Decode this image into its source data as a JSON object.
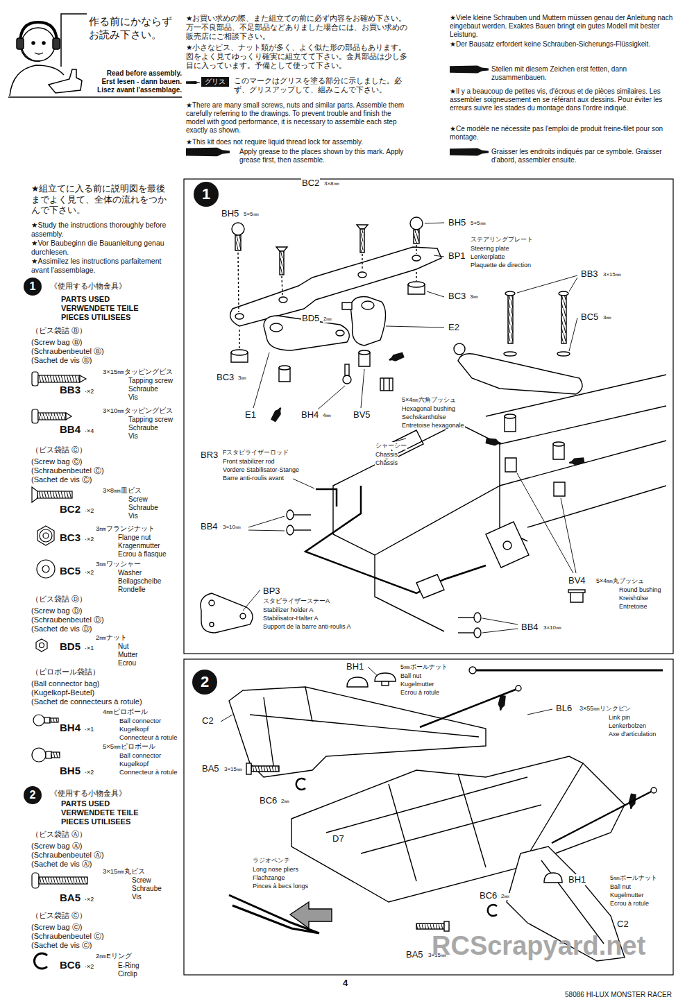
{
  "diagram": {
    "nodes": [
      {
        "text": [
          "グリス"
        ]
      },
      {
        "text": [
          "1"
        ]
      },
      {
        "text": [
          "1"
        ]
      },
      {
        "text": [
          "2"
        ]
      },
      {
        "text": [
          "2"
        ]
      }
    ],
    "labels": [
      "作る前にかならず お読み下さい。",
      "Read before assembly.",
      "Erst lesen - dann bauen.",
      "Lisez avant l'assemblage.",
      "★お買い求めの際、また組立ての前に必ず内容をお確め下さい。万一不良部品、不足部品などありました場合には、お買い求めの販売店にご相談下さい。",
      "★小さなビス、ナット類が多く、よく似た形の部品もあります。図をよく見てゆっくり確実に組立てて下さい。金具部品は少し多目に入っています。予備として使って下さい。",
      "このマークはグリスを塗る部分に示しました。必ず、グリスアップして、組みこんで下さい。",
      "★There are many small screws, nuts and similar parts. Assemble them carefully referring to the drawings. To prevent trouble and finish the model with good performance, it is necessary to assemble each step exactly as shown.",
      "★This kit does not require liquid thread lock for assembly.",
      "Apply grease to the places shown by this mark. Apply grease first, then assemble.",
      "★Viele kleine Schrauben und Muttern müssen genau der Anleitung nach eingebaut werden. Exaktes Bauen bringt ein gutes Modell mit bester Leistung.",
      "★Der Bausatz erfordert keine Schrauben-Sicherungs-Flüssigkeit.",
      "Stellen mit diesem Zeichen erst fetten, dann zusammenbauen.",
      "★Il y a beaucoup de petites vis, d'écrous et de pièces similaires. Les assembler soigneusement en se référant aux dessins. Pour éviter les erreurs suivre les stades du montage dans l'ordre indiqué.",
      "★Ce modèle ne nécessite pas l'emploi de produit freine-filet pour son montage.",
      "Graisser les endroits indiqués par ce symbole. Graisser d'abord, assembler ensuite.",
      "★組立てに入る前に説明図を最後までよく見て、全体の流れをつかんで下さい。",
      "★Study the instructions thoroughly before assembly.",
      "★Vor Baubeginn die Bauanleitung genau durchlesen.",
      "★Assimilez les instructions parfaitement avant l'assemblage.",
      "《使用する小物金具》",
      "PARTS USED",
      "VERWENDETE TEILE",
      "PIECES UTILISEES",
      "（ビス袋詰 Ⓑ）",
      "(Screw bag Ⓑ)",
      "(Schraubenbeutel Ⓑ)",
      "(Sachet de vis Ⓑ)",
      "3×15㎜タッピングビス",
      "Tapping screw",
      "Schraube",
      "Vis",
      "BB3",
      "·×2",
      "3×10㎜タッピングビス",
      "Tapping screw",
      "Schraube",
      "Vis",
      "BB4",
      "·×4",
      "（ビス袋詰 Ⓒ）",
      "(Screw bag Ⓒ)",
      "(Schraubenbeutel Ⓒ)",
      "(Sachet de vis Ⓒ)",
      "3×8㎜皿ビス",
      "Screw",
      "Schraube",
      "Vis",
      "BC2",
      "·×2",
      "3㎜フランジナット",
      "Flange nut",
      "Kragenmutter",
      "Ecrou à flasque",
      "BC3",
      "·×2",
      "3㎜ワッシャー",
      "Washer",
      "Beilagscheibe",
      "Rondelle",
      "BC5",
      "·×2",
      "（ビス袋詰 Ⓓ）",
      "(Screw bag Ⓓ)",
      "(Schraubenbeutel Ⓓ)",
      "(Sachet de vis Ⓓ)",
      "2㎜ナット",
      "Nut",
      "Mutter",
      "Ecrou",
      "BD5",
      "·×1",
      "（ピロボール袋詰）",
      "(Ball connector bag)",
      "(Kugelkopf-Beutel)",
      "(Sachet de connecteurs à rotule)",
      "4㎜ピロボール",
      "Ball connector",
      "Kugelkopf",
      "Connecteur à rotule",
      "BH4",
      "·×1",
      "5×5㎜ピロボール",
      "Ball connector",
      "Kugelkopf",
      "Connecteur à rotule",
      "BH5",
      "·×2",
      "《使用する小物金具》",
      "PARTS USED",
      "VERWENDETE TEILE",
      "PIECES UTILISEES",
      "（ビス袋詰 Ⓐ）",
      "(Screw bag Ⓐ)",
      "(Schraubenbeutel Ⓐ)",
      "(Sachet de vis Ⓐ)",
      "3×15㎜丸ビス",
      "Screw",
      "Schraube",
      "Vis",
      "BA5",
      "·×2",
      "（ビス袋詰 Ⓒ）",
      "(Screw bag Ⓒ)",
      "(Schraubenbeutel Ⓒ)",
      "(Sachet de vis Ⓒ)",
      "2㎜Eリング",
      "E-Ring",
      "Circlip",
      "BC6",
      "·×2",
      "BC2",
      "3×8㎜",
      "BH5",
      "5×5㎜",
      "BH5",
      "5×5㎜",
      "ステアリングプレート",
      "Steering plate",
      "Lenkerplatte",
      "Plaquette de direction",
      "BP1",
      "BC3",
      "3㎜",
      "BB3",
      "3×15㎜",
      "BC5",
      "3㎜",
      "BD5",
      "2㎜",
      "E2",
      "BC3",
      "3㎜",
      "E1",
      "BH4",
      "4㎜",
      "BV5",
      "5×4㎜六角ブッシュ",
      "Hexagonal bushing",
      "Sechskanthülse",
      "Entretoise hexagonale",
      "BR3",
      "Fスタビライザーロッド",
      "Front stabilizer rod",
      "Vordere Stabilisator-Stange",
      "Barre anti-roulis avant",
      "シャーシー",
      "Chassis",
      "Châssis",
      "BB4",
      "3×10㎜",
      "BP3",
      "スタビライザーステーA",
      "Stabilizer holder A",
      "Stabilisator-Halter A",
      "Support de la barre anti-roulis A",
      "BB4",
      "3×10㎜",
      "BV4",
      "5×4㎜丸ブッシュ",
      "Round bushing",
      "Kreishülse",
      "Entretoise",
      "BH1",
      "5㎜ボールナット",
      "Ball nut",
      "Kugelmutter",
      "Ecrou à rotule",
      "BL6",
      "3×55㎜リンクピン",
      "Link pin",
      "Lenkerbolzen",
      "Axe d'articulation",
      "C2",
      "BA5",
      "3×15㎜",
      "BC6",
      "2㎜",
      "D7",
      "ラジオペンチ",
      "Long nose pliers",
      "Flachzange",
      "Pinces à becs longs",
      "BH1",
      "5㎜ボールナット",
      "Ball nut",
      "Kugelmutter",
      "Ecrou à rotule",
      "BC6",
      "2㎜",
      "C2",
      "BA5",
      "3×15㎜",
      "4",
      "58086 HI-LUX MONSTER RACER",
      "RCScrapyard.net"
    ]
  }
}
